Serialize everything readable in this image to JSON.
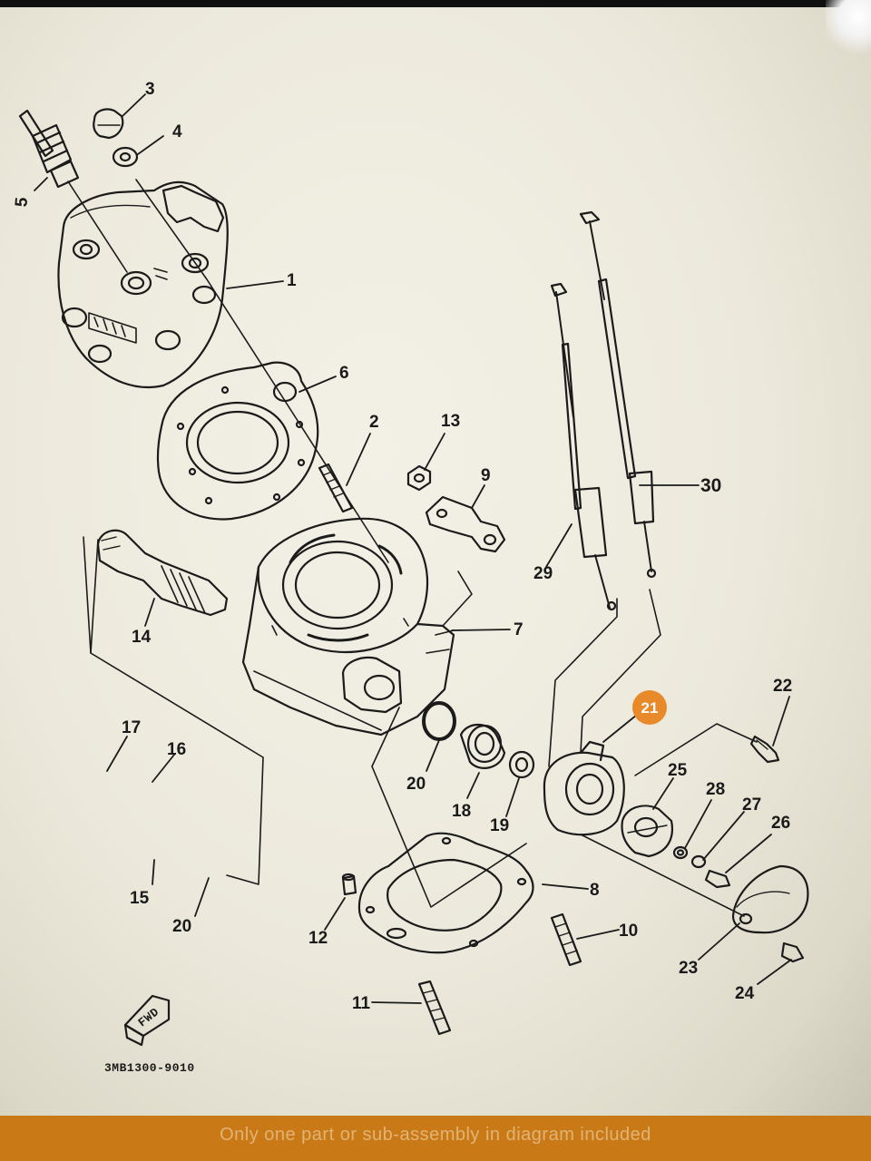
{
  "diagram_code": "3MB1300-9010",
  "direction_mark": "FWD",
  "highlighted_part": "21",
  "highlight_color": "#e8892a",
  "accent_color": "#c97a16",
  "footer": {
    "note": "Only one part or sub-assembly in diagram included"
  },
  "callouts": {
    "c1": "1",
    "c2": "2",
    "c3": "3",
    "c4": "4",
    "c5": "5",
    "c6": "6",
    "c7": "7",
    "c8": "8",
    "c9": "9",
    "c10": "10",
    "c11": "11",
    "c12": "12",
    "c13": "13",
    "c14": "14",
    "c15": "15",
    "c16": "16",
    "c17": "17",
    "c18": "18",
    "c19": "19",
    "c20a": "20",
    "c20b": "20",
    "c22": "22",
    "c23": "23",
    "c24": "24",
    "c25": "25",
    "c26": "26",
    "c27": "27",
    "c28": "28",
    "c29": "29",
    "c30": "30"
  }
}
